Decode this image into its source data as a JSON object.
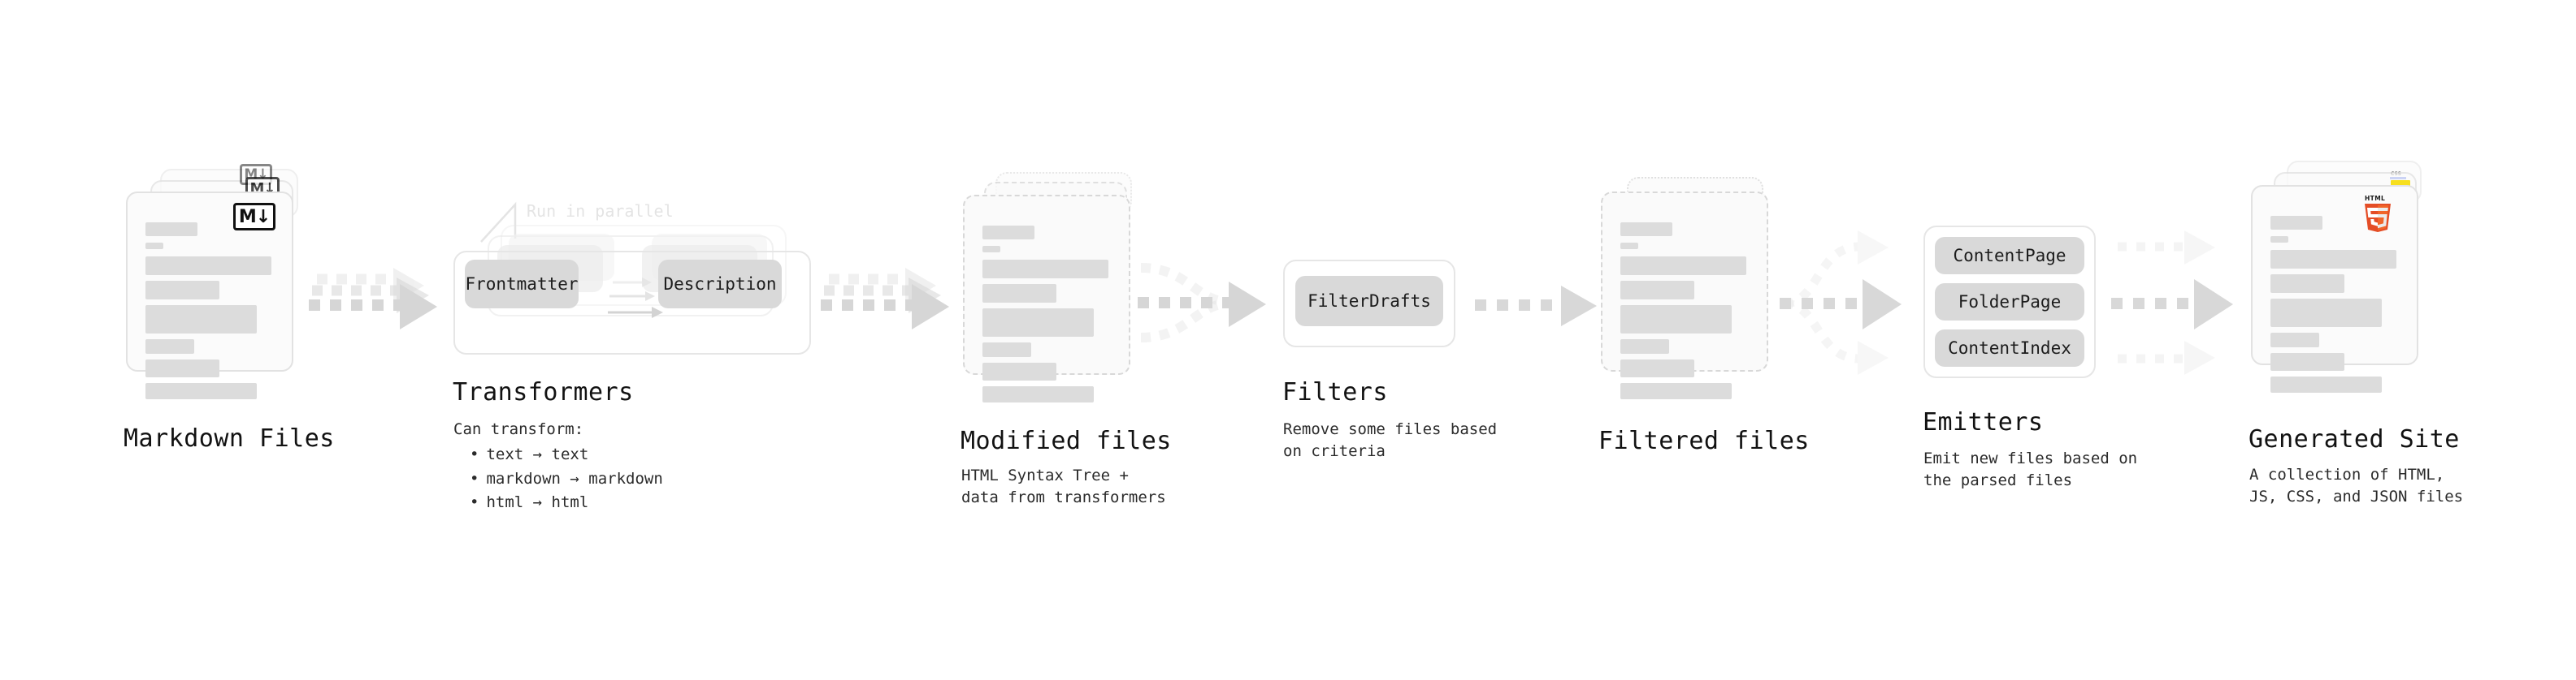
{
  "diagram": {
    "kind": "content-pipeline-flow",
    "colors": {
      "card_bg": "#fbfbfb",
      "card_border": "#e2e2e2",
      "placeholder_bar": "#dcdcdc",
      "chip_bg": "#d9d9d9",
      "group_border": "#e6e6e6",
      "arrow": "#d6d6d6",
      "text": "#141414",
      "muted_text": "#e4e4e4",
      "html5_orange": "#e44d26",
      "html5_orange_light": "#f16529",
      "js_yellow": "#f7df1e",
      "css_blue": "#264de4"
    }
  },
  "stages": [
    {
      "id": "markdown-files",
      "title": "Markdown Files",
      "subtitle": "",
      "badge": "markdown-icon",
      "badge_text": "M↓"
    },
    {
      "id": "transformers",
      "title": "Transformers",
      "annotation": "Run in parallel",
      "chips": [
        "Frontmatter",
        "Description"
      ],
      "list_heading": "Can transform:",
      "list_items": [
        "text → text",
        "markdown → markdown",
        "html → html"
      ]
    },
    {
      "id": "modified-files",
      "title": "Modified files",
      "subtitle": "HTML Syntax Tree +\ndata from transformers"
    },
    {
      "id": "filters",
      "title": "Filters",
      "subtitle": "Remove some files based\non criteria",
      "chips": [
        "FilterDrafts"
      ]
    },
    {
      "id": "filtered-files",
      "title": "Filtered files",
      "subtitle": ""
    },
    {
      "id": "emitters",
      "title": "Emitters",
      "subtitle": "Emit new files based on\nthe parsed files",
      "chips": [
        "ContentPage",
        "FolderPage",
        "ContentIndex"
      ]
    },
    {
      "id": "generated-site",
      "title": "Generated Site",
      "subtitle": "A collection of HTML,\nJS, CSS, and JSON files",
      "badges": [
        "html5-icon",
        "js-icon",
        "css-icon"
      ],
      "badge_text": "HTML5"
    }
  ]
}
